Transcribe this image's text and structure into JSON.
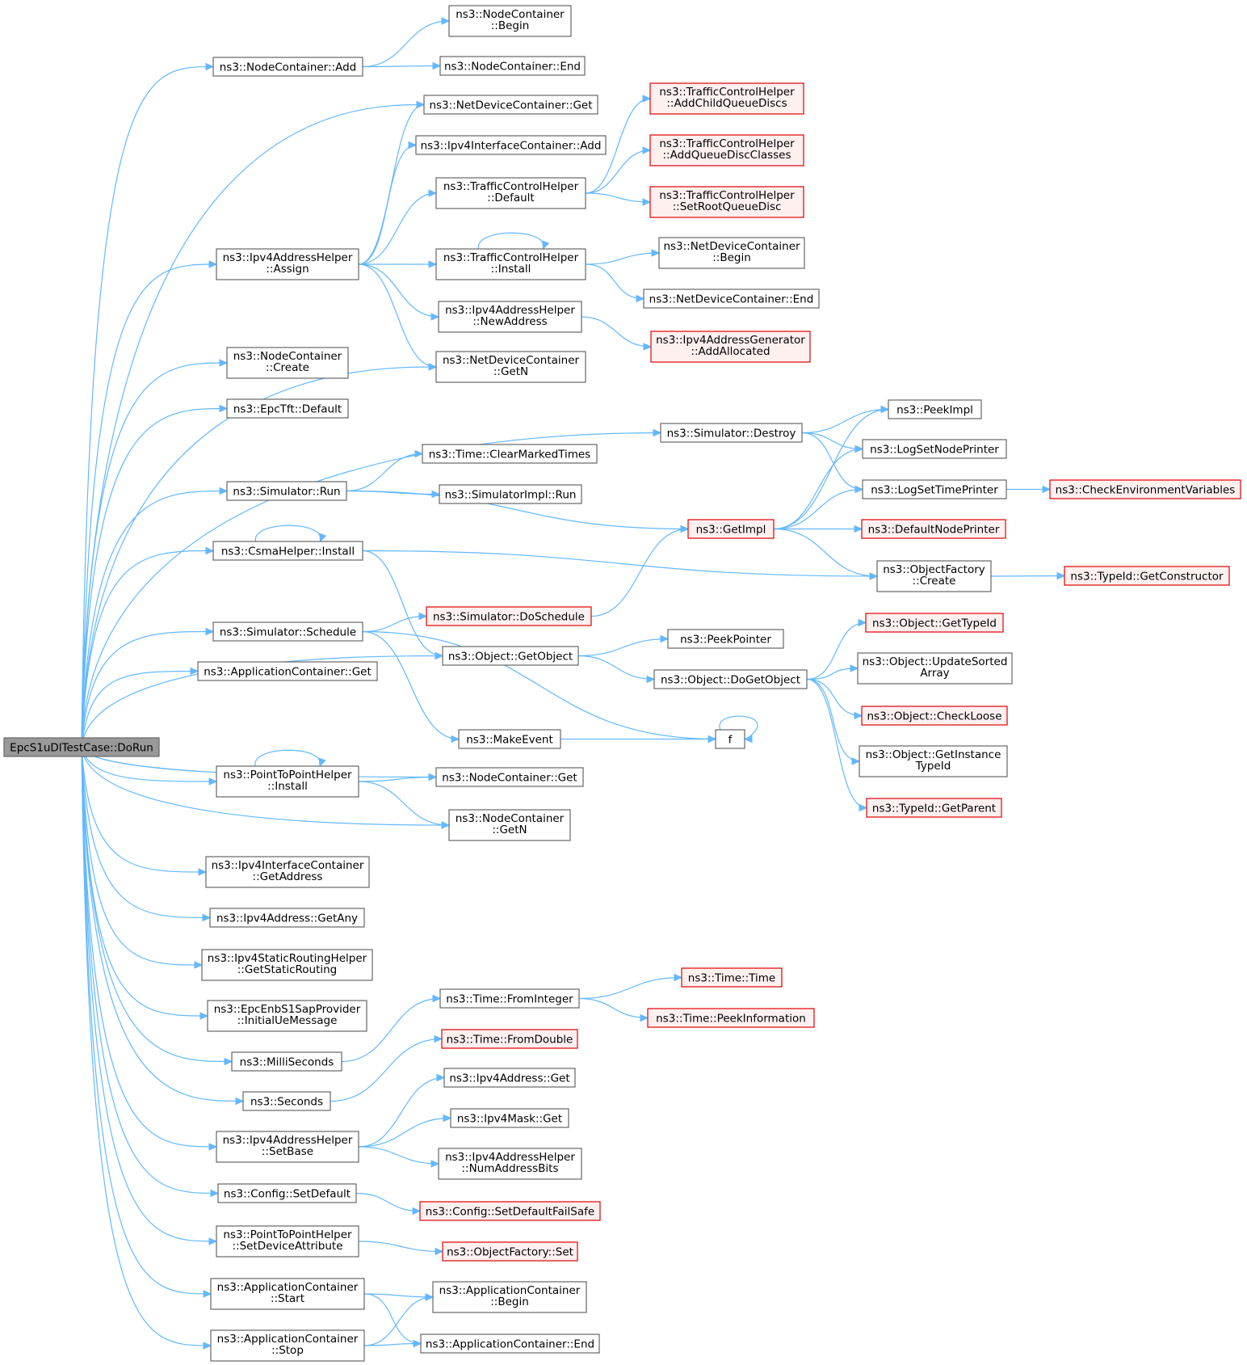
{
  "nodes": [
    {
      "id": "root",
      "lines": [
        "EpcS1uDlTestCase::DoRun"
      ],
      "style": "root"
    },
    {
      "id": "nc_add",
      "lines": [
        "ns3::NodeContainer::Add"
      ]
    },
    {
      "id": "nc_begin",
      "lines": [
        "ns3::NodeContainer",
        "::Begin"
      ]
    },
    {
      "id": "nc_end",
      "lines": [
        "ns3::NodeContainer::End"
      ]
    },
    {
      "id": "ndc_get",
      "lines": [
        "ns3::NetDeviceContainer::Get"
      ]
    },
    {
      "id": "iic_add",
      "lines": [
        "ns3::Ipv4InterfaceContainer::Add"
      ]
    },
    {
      "id": "tch_default",
      "lines": [
        "ns3::TrafficControlHelper",
        "::Default"
      ]
    },
    {
      "id": "tch_addchild",
      "lines": [
        "ns3::TrafficControlHelper",
        "::AddChildQueueDiscs"
      ],
      "style": "red"
    },
    {
      "id": "tch_addclasses",
      "lines": [
        "ns3::TrafficControlHelper",
        "::AddQueueDiscClasses"
      ],
      "style": "red"
    },
    {
      "id": "tch_setroot",
      "lines": [
        "ns3::TrafficControlHelper",
        "::SetRootQueueDisc"
      ],
      "style": "red"
    },
    {
      "id": "iah_assign",
      "lines": [
        "ns3::Ipv4AddressHelper",
        "::Assign"
      ]
    },
    {
      "id": "tch_install",
      "lines": [
        "ns3::TrafficControlHelper",
        "::Install"
      ]
    },
    {
      "id": "ndc_begin",
      "lines": [
        "ns3::NetDeviceContainer",
        "::Begin"
      ]
    },
    {
      "id": "ndc_end",
      "lines": [
        "ns3::NetDeviceContainer::End"
      ]
    },
    {
      "id": "iah_newaddr",
      "lines": [
        "ns3::Ipv4AddressHelper",
        "::NewAddress"
      ]
    },
    {
      "id": "iag_addalloc",
      "lines": [
        "ns3::Ipv4AddressGenerator",
        "::AddAllocated"
      ],
      "style": "red"
    },
    {
      "id": "nc_create",
      "lines": [
        "ns3::NodeContainer",
        "::Create"
      ]
    },
    {
      "id": "ndc_getn",
      "lines": [
        "ns3::NetDeviceContainer",
        "::GetN"
      ]
    },
    {
      "id": "epctft_default",
      "lines": [
        "ns3::EpcTft::Default"
      ]
    },
    {
      "id": "sim_destroy",
      "lines": [
        "ns3::Simulator::Destroy"
      ]
    },
    {
      "id": "peekimpl",
      "lines": [
        "ns3::PeekImpl"
      ]
    },
    {
      "id": "logsetnode",
      "lines": [
        "ns3::LogSetNodePrinter"
      ]
    },
    {
      "id": "logsettime",
      "lines": [
        "ns3::LogSetTimePrinter"
      ]
    },
    {
      "id": "checkenv",
      "lines": [
        "ns3::CheckEnvironmentVariables"
      ],
      "style": "red"
    },
    {
      "id": "time_clear",
      "lines": [
        "ns3::Time::ClearMarkedTimes"
      ]
    },
    {
      "id": "sim_run",
      "lines": [
        "ns3::Simulator::Run"
      ]
    },
    {
      "id": "simimpl_run",
      "lines": [
        "ns3::SimulatorImpl::Run"
      ]
    },
    {
      "id": "getimpl",
      "lines": [
        "ns3::GetImpl"
      ],
      "style": "red"
    },
    {
      "id": "defnodeprinter",
      "lines": [
        "ns3::DefaultNodePrinter"
      ],
      "style": "red"
    },
    {
      "id": "csma_install",
      "lines": [
        "ns3::CsmaHelper::Install"
      ]
    },
    {
      "id": "of_create",
      "lines": [
        "ns3::ObjectFactory",
        "::Create"
      ]
    },
    {
      "id": "typeid_getctor",
      "lines": [
        "ns3::TypeId::GetConstructor"
      ],
      "style": "red"
    },
    {
      "id": "sim_doschedule",
      "lines": [
        "ns3::Simulator::DoSchedule"
      ],
      "style": "red"
    },
    {
      "id": "sim_schedule",
      "lines": [
        "ns3::Simulator::Schedule"
      ]
    },
    {
      "id": "obj_getobject",
      "lines": [
        "ns3::Object::GetObject"
      ]
    },
    {
      "id": "peekpointer",
      "lines": [
        "ns3::PeekPointer"
      ]
    },
    {
      "id": "obj_gettypeid",
      "lines": [
        "ns3::Object::GetTypeId"
      ],
      "style": "red"
    },
    {
      "id": "obj_dogetobject",
      "lines": [
        "ns3::Object::DoGetObject"
      ]
    },
    {
      "id": "obj_updatesorted",
      "lines": [
        "ns3::Object::UpdateSorted",
        "Array"
      ]
    },
    {
      "id": "appc_get",
      "lines": [
        "ns3::ApplicationContainer::Get"
      ]
    },
    {
      "id": "obj_checkloose",
      "lines": [
        "ns3::Object::CheckLoose"
      ],
      "style": "red"
    },
    {
      "id": "makeevent",
      "lines": [
        "ns3::MakeEvent"
      ]
    },
    {
      "id": "f",
      "lines": [
        "f"
      ]
    },
    {
      "id": "obj_getinstance",
      "lines": [
        "ns3::Object::GetInstance",
        "TypeId"
      ]
    },
    {
      "id": "p2p_install",
      "lines": [
        "ns3::PointToPointHelper",
        "::Install"
      ]
    },
    {
      "id": "nc_get",
      "lines": [
        "ns3::NodeContainer::Get"
      ]
    },
    {
      "id": "typeid_getparent",
      "lines": [
        "ns3::TypeId::GetParent"
      ],
      "style": "red"
    },
    {
      "id": "nc_getn",
      "lines": [
        "ns3::NodeContainer",
        "::GetN"
      ]
    },
    {
      "id": "iic_getaddr",
      "lines": [
        "ns3::Ipv4InterfaceContainer",
        "::GetAddress"
      ]
    },
    {
      "id": "ipv4_getany",
      "lines": [
        "ns3::Ipv4Address::GetAny"
      ]
    },
    {
      "id": "isrh_getstatic",
      "lines": [
        "ns3::Ipv4StaticRoutingHelper",
        "::GetStaticRouting"
      ]
    },
    {
      "id": "epcenb_initial",
      "lines": [
        "ns3::EpcEnbS1SapProvider",
        "::InitialUeMessage"
      ]
    },
    {
      "id": "time_time",
      "lines": [
        "ns3::Time::Time"
      ],
      "style": "red"
    },
    {
      "id": "time_frominteger",
      "lines": [
        "ns3::Time::FromInteger"
      ]
    },
    {
      "id": "time_peekinfo",
      "lines": [
        "ns3::Time::PeekInformation"
      ],
      "style": "red"
    },
    {
      "id": "millis",
      "lines": [
        "ns3::MilliSeconds"
      ]
    },
    {
      "id": "time_fromdouble",
      "lines": [
        "ns3::Time::FromDouble"
      ],
      "style": "red"
    },
    {
      "id": "seconds",
      "lines": [
        "ns3::Seconds"
      ]
    },
    {
      "id": "ipv4addr_get",
      "lines": [
        "ns3::Ipv4Address::Get"
      ]
    },
    {
      "id": "iah_setbase",
      "lines": [
        "ns3::Ipv4AddressHelper",
        "::SetBase"
      ]
    },
    {
      "id": "ipv4mask_get",
      "lines": [
        "ns3::Ipv4Mask::Get"
      ]
    },
    {
      "id": "iah_numbits",
      "lines": [
        "ns3::Ipv4AddressHelper",
        "::NumAddressBits"
      ]
    },
    {
      "id": "cfg_setdefault",
      "lines": [
        "ns3::Config::SetDefault"
      ]
    },
    {
      "id": "cfg_failsafe",
      "lines": [
        "ns3::Config::SetDefaultFailSafe"
      ],
      "style": "red"
    },
    {
      "id": "p2p_setdevattr",
      "lines": [
        "ns3::PointToPointHelper",
        "::SetDeviceAttribute"
      ]
    },
    {
      "id": "of_set",
      "lines": [
        "ns3::ObjectFactory::Set"
      ],
      "style": "red"
    },
    {
      "id": "appc_start",
      "lines": [
        "ns3::ApplicationContainer",
        "::Start"
      ]
    },
    {
      "id": "appc_begin",
      "lines": [
        "ns3::ApplicationContainer",
        "::Begin"
      ]
    },
    {
      "id": "appc_stop",
      "lines": [
        "ns3::ApplicationContainer",
        "::Stop"
      ]
    },
    {
      "id": "appc_end",
      "lines": [
        "ns3::ApplicationContainer::End"
      ]
    }
  ],
  "edges": [
    [
      "root",
      "nc_add"
    ],
    [
      "root",
      "ndc_get"
    ],
    [
      "root",
      "iah_assign"
    ],
    [
      "root",
      "ndc_getn"
    ],
    [
      "root",
      "nc_create"
    ],
    [
      "root",
      "epctft_default"
    ],
    [
      "root",
      "sim_destroy"
    ],
    [
      "root",
      "sim_run"
    ],
    [
      "root",
      "csma_install"
    ],
    [
      "root",
      "obj_getobject"
    ],
    [
      "root",
      "sim_schedule"
    ],
    [
      "root",
      "appc_get"
    ],
    [
      "root",
      "nc_get"
    ],
    [
      "root",
      "p2p_install"
    ],
    [
      "root",
      "nc_getn"
    ],
    [
      "root",
      "iic_getaddr"
    ],
    [
      "root",
      "ipv4_getany"
    ],
    [
      "root",
      "isrh_getstatic"
    ],
    [
      "root",
      "epcenb_initial"
    ],
    [
      "root",
      "millis"
    ],
    [
      "root",
      "seconds"
    ],
    [
      "root",
      "iah_setbase"
    ],
    [
      "root",
      "cfg_setdefault"
    ],
    [
      "root",
      "p2p_setdevattr"
    ],
    [
      "root",
      "appc_start"
    ],
    [
      "root",
      "appc_stop"
    ],
    [
      "nc_add",
      "nc_begin"
    ],
    [
      "nc_add",
      "nc_end"
    ],
    [
      "iah_assign",
      "ndc_get"
    ],
    [
      "iah_assign",
      "iic_add"
    ],
    [
      "iah_assign",
      "tch_default"
    ],
    [
      "iah_assign",
      "tch_install"
    ],
    [
      "iah_assign",
      "iah_newaddr"
    ],
    [
      "iah_assign",
      "ndc_getn"
    ],
    [
      "tch_default",
      "tch_addchild"
    ],
    [
      "tch_default",
      "tch_addclasses"
    ],
    [
      "tch_default",
      "tch_setroot"
    ],
    [
      "tch_install",
      "tch_install"
    ],
    [
      "tch_install",
      "ndc_begin"
    ],
    [
      "tch_install",
      "ndc_end"
    ],
    [
      "iah_newaddr",
      "iag_addalloc"
    ],
    [
      "sim_destroy",
      "peekimpl"
    ],
    [
      "sim_destroy",
      "logsetnode"
    ],
    [
      "sim_destroy",
      "logsettime"
    ],
    [
      "logsettime",
      "checkenv"
    ],
    [
      "sim_run",
      "time_clear"
    ],
    [
      "sim_run",
      "simimpl_run"
    ],
    [
      "sim_run",
      "getimpl"
    ],
    [
      "getimpl",
      "peekimpl"
    ],
    [
      "getimpl",
      "logsetnode"
    ],
    [
      "getimpl",
      "logsettime"
    ],
    [
      "getimpl",
      "defnodeprinter"
    ],
    [
      "getimpl",
      "of_create"
    ],
    [
      "csma_install",
      "csma_install"
    ],
    [
      "csma_install",
      "of_create"
    ],
    [
      "csma_install",
      "obj_getobject"
    ],
    [
      "of_create",
      "typeid_getctor"
    ],
    [
      "sim_schedule",
      "sim_doschedule"
    ],
    [
      "sim_schedule",
      "makeevent"
    ],
    [
      "sim_schedule",
      "f"
    ],
    [
      "sim_doschedule",
      "getimpl"
    ],
    [
      "obj_getobject",
      "peekpointer"
    ],
    [
      "obj_getobject",
      "obj_dogetobject"
    ],
    [
      "obj_dogetobject",
      "obj_gettypeid"
    ],
    [
      "obj_dogetobject",
      "obj_updatesorted"
    ],
    [
      "obj_dogetobject",
      "obj_checkloose"
    ],
    [
      "obj_dogetobject",
      "obj_getinstance"
    ],
    [
      "obj_dogetobject",
      "typeid_getparent"
    ],
    [
      "makeevent",
      "f"
    ],
    [
      "f",
      "f"
    ],
    [
      "p2p_install",
      "p2p_install"
    ],
    [
      "p2p_install",
      "nc_get"
    ],
    [
      "p2p_install",
      "nc_getn"
    ],
    [
      "millis",
      "time_frominteger"
    ],
    [
      "time_frominteger",
      "time_time"
    ],
    [
      "time_frominteger",
      "time_peekinfo"
    ],
    [
      "seconds",
      "time_fromdouble"
    ],
    [
      "iah_setbase",
      "ipv4addr_get"
    ],
    [
      "iah_setbase",
      "ipv4mask_get"
    ],
    [
      "iah_setbase",
      "iah_numbits"
    ],
    [
      "cfg_setdefault",
      "cfg_failsafe"
    ],
    [
      "p2p_setdevattr",
      "of_set"
    ],
    [
      "appc_start",
      "appc_begin"
    ],
    [
      "appc_start",
      "appc_end"
    ],
    [
      "appc_stop",
      "appc_begin"
    ],
    [
      "appc_stop",
      "appc_end"
    ]
  ],
  "colors": {
    "edge": "#63b8ff",
    "red_border": "#e00000",
    "root_fill": "#999999"
  }
}
